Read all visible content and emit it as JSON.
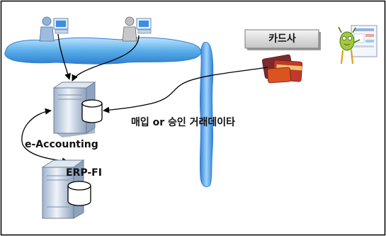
{
  "labels": {
    "card_company": "카드사",
    "transaction_data": "매입 or 승인 거래데이타",
    "e_accounting": "e-Accounting",
    "erp_fi": "ERP-FI"
  },
  "icons": [
    "user-computer-icon",
    "user-computer-icon",
    "eaccounting-server-icon",
    "database-icon",
    "erp-server-icon",
    "database-icon",
    "credit-cards-icon",
    "mascot-presenter-icon"
  ],
  "colors": {
    "network_cloud": "#5aaee8",
    "card_box": "#d8d8d8",
    "server_body": "#c9d6e6",
    "database": "#ffffff",
    "line": "#000000"
  }
}
